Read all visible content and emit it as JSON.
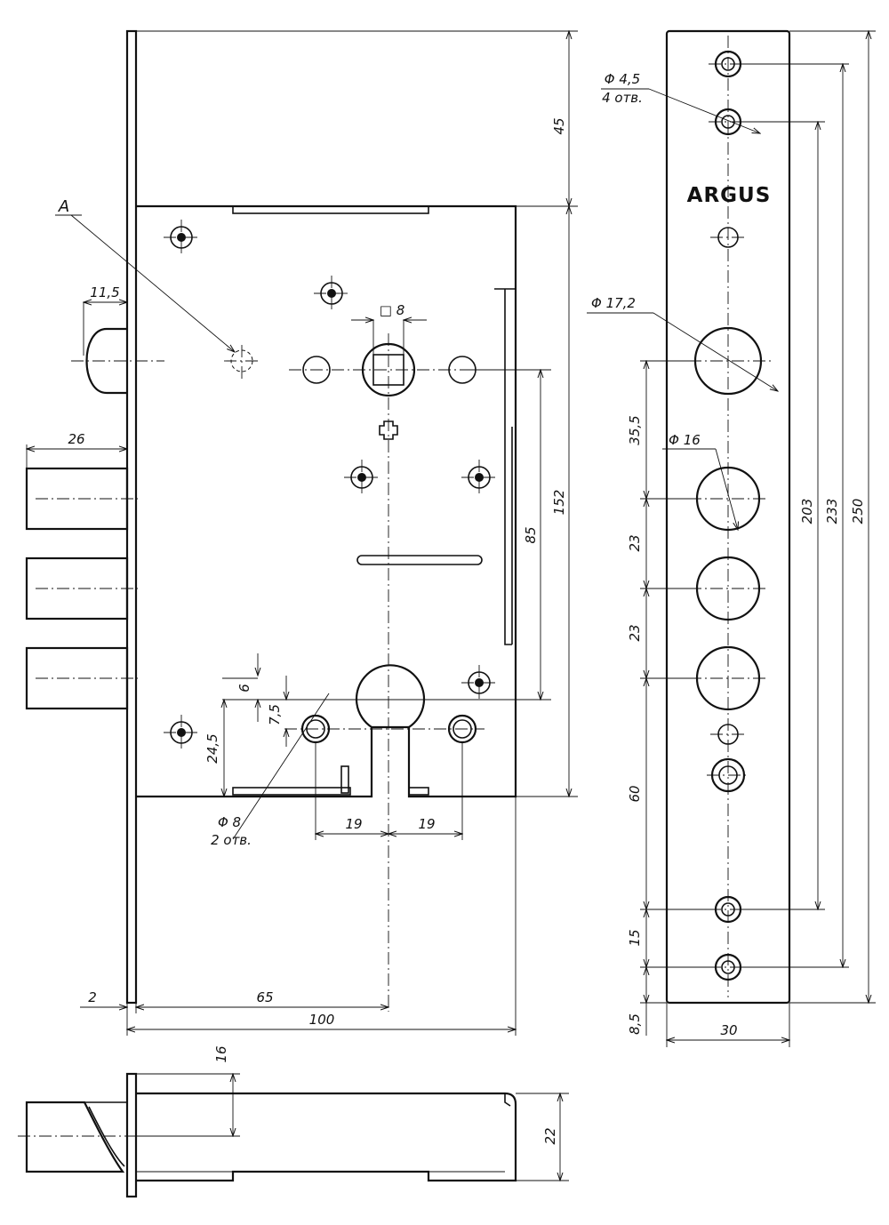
{
  "brand": "ARGUS",
  "view_label": "A",
  "dims": {
    "top_45": "45",
    "bolt_11_5": "11,5",
    "bolts_26": "26",
    "sq_8": "□ 8",
    "h_152": "152",
    "h_85": "85",
    "h_6": "6",
    "h_7_5": "7,5",
    "h_24_5": "24,5",
    "d8_label": "Φ 8",
    "d8_count": "2 отв.",
    "w_19_left": "19",
    "w_19_right": "19",
    "w_2": "2",
    "w_65": "65",
    "w_100": "100",
    "d4_5_label": "Φ 4,5",
    "d4_5_count": "4 отв.",
    "d17_2": "Φ 17,2",
    "d16": "Φ 16",
    "h_35_5": "35,5",
    "h_23_a": "23",
    "h_23_b": "23",
    "h_60": "60",
    "h_15": "15",
    "h_8_5": "8,5",
    "h_203": "203",
    "h_233": "233",
    "h_250": "250",
    "w_30": "30",
    "h_16": "16",
    "h_22": "22"
  }
}
